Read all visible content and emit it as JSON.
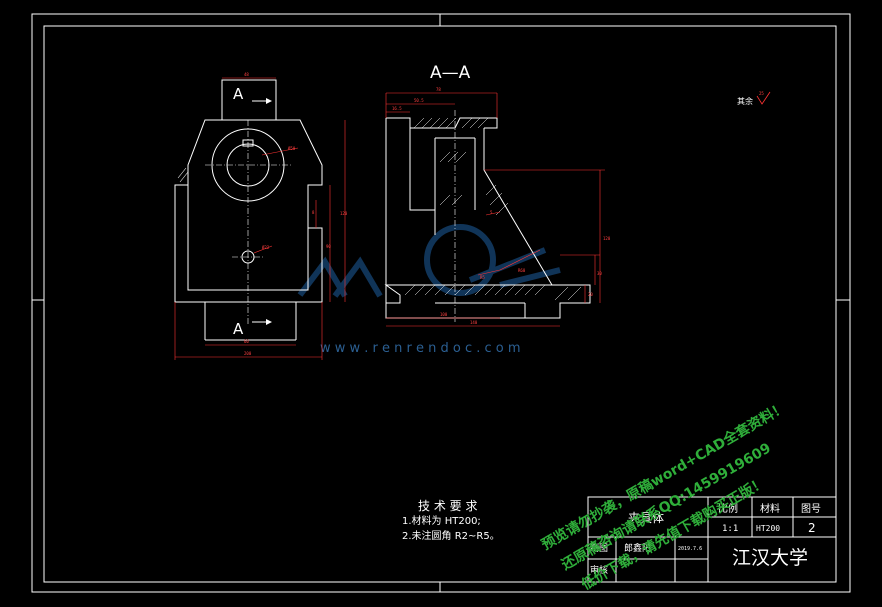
{
  "section_title": "A—A",
  "section_marker": "A",
  "surface_note": "其余",
  "roughness_value": "25",
  "tech_requirements": {
    "title": "技 术 要 求",
    "items": [
      "1.材料为 HT200;",
      "2.未注圆角 R2~R5。"
    ]
  },
  "title_block": {
    "part_name": "夹具体",
    "scale_label": "比例",
    "scale_value": "1:1",
    "material_label": "材料",
    "material_value": "HT200",
    "drawing_no_label": "图号",
    "drawing_no_value": "2",
    "drawn_label": "制图",
    "drawn_by": "郎鑫阳",
    "date": "2019.7.6",
    "checked_label": "审核",
    "school": "江汉大学"
  },
  "watermark": {
    "site": "w w w . r e n r e n d o c . c o m",
    "line1": "预览请勿抄袭，原稿word+CAD全套资料！",
    "line2": "还原稿咨询请联系QQ:1459919609",
    "line3": "低价下载，请先值下载购买正版！"
  },
  "dimensions": {
    "front_top": "48",
    "front_bore": "Ø50",
    "front_small_hole": "Ø22",
    "front_height": "120",
    "front_inner": "90",
    "front_side": "8",
    "front_base_inner": "60",
    "front_base_width": "200",
    "sec_top": "78",
    "sec_inner": "50.5",
    "sec_small": "16.5",
    "sec_height": "120",
    "sec_r": "R60",
    "sec_rr": "R5",
    "sec_angle": "5",
    "sec_base": "30",
    "sec_base_h": "20",
    "sec_bottom1": "100",
    "sec_bottom2": "140"
  }
}
